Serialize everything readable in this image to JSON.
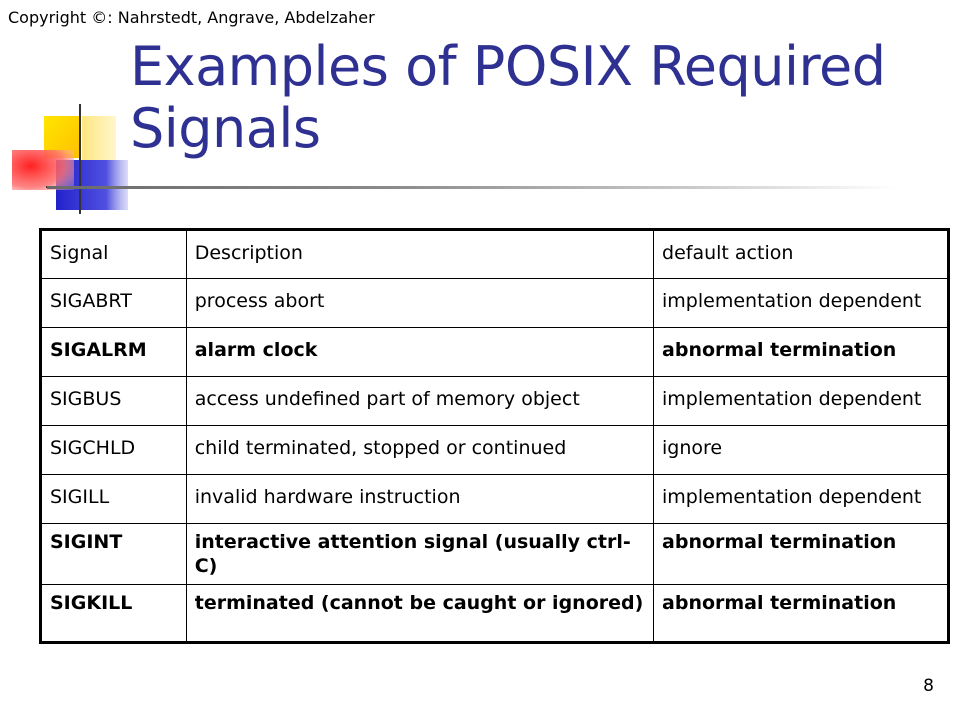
{
  "copyright": "Copyright ©: Nahrstedt, Angrave, Abdelzaher",
  "title": "Examples of POSIX Required Signals",
  "table": {
    "header": [
      "Signal",
      "Description",
      "default action"
    ],
    "rows": [
      {
        "signal": "SIGABRT",
        "description": "process abort",
        "action": "implementation dependent",
        "bold": false
      },
      {
        "signal": "SIGALRM",
        "description": "alarm clock",
        "action": "abnormal termination",
        "bold": true
      },
      {
        "signal": "SIGBUS",
        "description": "access undefined part of memory object",
        "action": "implementation dependent",
        "bold": false
      },
      {
        "signal": "SIGCHLD",
        "description": "child terminated, stopped or continued",
        "action": "ignore",
        "bold": false
      },
      {
        "signal": "SIGILL",
        "description": "invalid hardware instruction",
        "action": "implementation dependent",
        "bold": false
      },
      {
        "signal": "SIGINT",
        "description": "interactive attention signal (usually ctrl-C)",
        "action": "abnormal termination",
        "bold": true
      },
      {
        "signal": "SIGKILL",
        "description": "terminated (cannot be caught or ignored)",
        "action": "abnormal termination",
        "bold": true
      }
    ]
  },
  "page_number": "8",
  "colors": {
    "title": "#2e3192",
    "deco_yellow": "#ffd200",
    "deco_red": "#ff3030",
    "deco_blue": "#2a2ad6"
  }
}
